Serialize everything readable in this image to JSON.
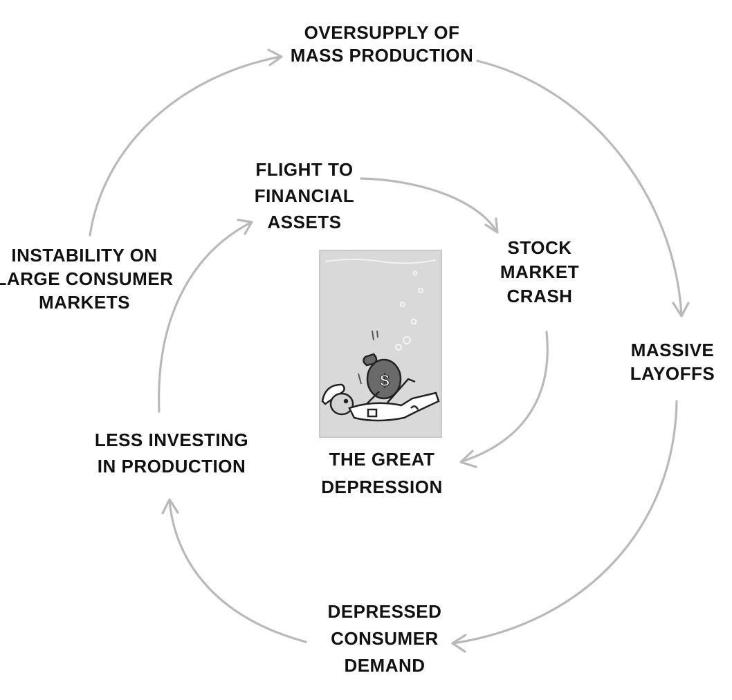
{
  "outer_cycle": [
    {
      "id": "oversupply",
      "lines": [
        "OVERSUPPLY OF",
        "MASS PRODUCTION"
      ]
    },
    {
      "id": "layoffs",
      "lines": [
        "MASSIVE",
        "LAYOFFS"
      ]
    },
    {
      "id": "demand",
      "lines": [
        "DEPRESSED",
        "CONSUMER",
        "DEMAND"
      ]
    },
    {
      "id": "less-investing",
      "lines": [
        "LESS INVESTING",
        "IN PRODUCTION"
      ]
    }
  ],
  "inner_cycle": [
    {
      "id": "flight",
      "lines": [
        "FLIGHT TO",
        "FINANCIAL",
        "ASSETS"
      ]
    },
    {
      "id": "crash",
      "lines": [
        "STOCK",
        "MARKET",
        "CRASH"
      ]
    },
    {
      "id": "depression",
      "lines": [
        "THE GREAT",
        "DEPRESSION"
      ]
    }
  ],
  "side_label": {
    "id": "instability",
    "lines": [
      "INSTABILITY ON",
      "LARGE CONSUMER",
      "MARKETS"
    ]
  },
  "illustration": {
    "name": "sinking-worker-money-bag",
    "bag_symbol": "$"
  },
  "colors": {
    "arrow": "#b9b9b9",
    "text": "#111111",
    "water": "#d9d9d9",
    "bag": "#6a6a6a"
  }
}
